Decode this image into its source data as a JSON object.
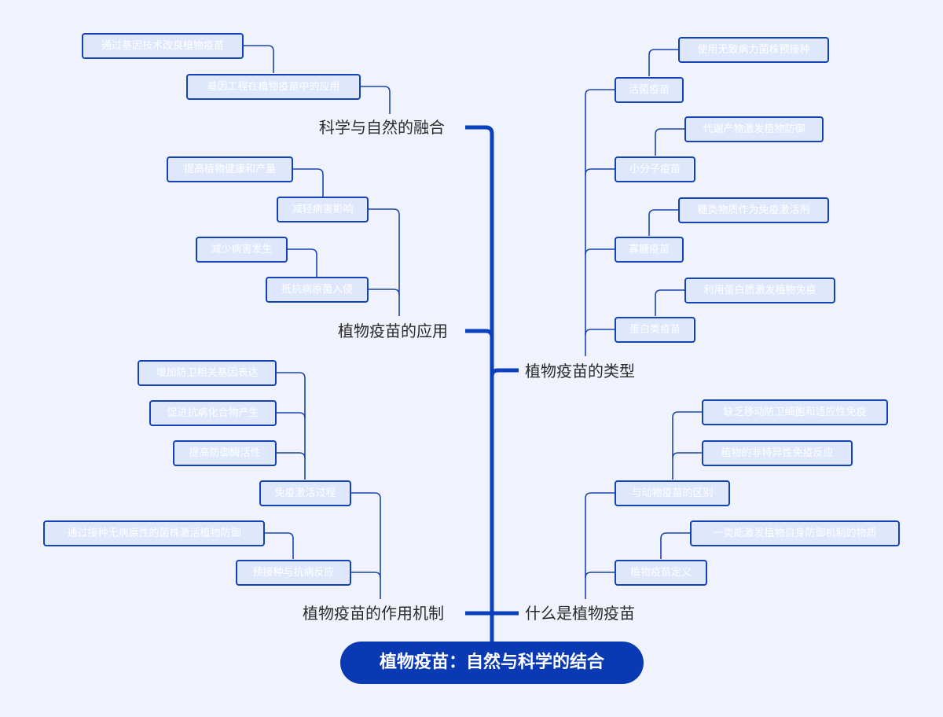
{
  "root": {
    "label": "植物疫苗：自然与科学的结合"
  },
  "colors": {
    "trunk": "#0a3fbd",
    "connector": "#1b45b0",
    "node_fill": "#dfe7fc",
    "node_border": "#1343b6",
    "background": "#f0f3fd"
  },
  "branches": [
    {
      "label": "科学与自然的融合",
      "children": [
        {
          "label": "基因工程在植物疫苗中的应用",
          "children": [
            {
              "label": "通过基因技术改良植物疫苗"
            }
          ]
        }
      ]
    },
    {
      "label": "植物疫苗的应用",
      "children": [
        {
          "label": "减轻病害影响",
          "children": [
            {
              "label": "提高植物健康和产量"
            }
          ]
        },
        {
          "label": "抵抗病原菌入侵",
          "children": [
            {
              "label": "减少病害发生"
            }
          ]
        }
      ]
    },
    {
      "label": "植物疫苗的作用机制",
      "children": [
        {
          "label": "免疫激活过程",
          "children": [
            {
              "label": "增加防卫相关基因表达"
            },
            {
              "label": "促进抗病化合物产生"
            },
            {
              "label": "提高防御酶活性"
            }
          ]
        },
        {
          "label": "预接种与抗病反应",
          "children": [
            {
              "label": "通过接种无病原性的菌株激活植物防御"
            }
          ]
        }
      ]
    },
    {
      "label": "植物疫苗的类型",
      "children": [
        {
          "label": "活菌疫苗",
          "children": [
            {
              "label": "使用无致病力菌株预接种"
            }
          ]
        },
        {
          "label": "小分子疫苗",
          "children": [
            {
              "label": "代谢产物激发植物防御"
            }
          ]
        },
        {
          "label": "寡糖疫苗",
          "children": [
            {
              "label": "糖类物质作为免疫激活剂"
            }
          ]
        },
        {
          "label": "蛋白类疫苗",
          "children": [
            {
              "label": "利用蛋白质激发植物免疫"
            }
          ]
        }
      ]
    },
    {
      "label": "什么是植物疫苗",
      "children": [
        {
          "label": "与动物疫苗的区别",
          "children": [
            {
              "label": "缺乏移动防卫细胞和适应性免疫"
            },
            {
              "label": "植物的非特异性免疫反应"
            }
          ]
        },
        {
          "label": "植物疫苗定义",
          "children": [
            {
              "label": "一类能激发植物自身防御机制的物质"
            }
          ]
        }
      ]
    }
  ]
}
